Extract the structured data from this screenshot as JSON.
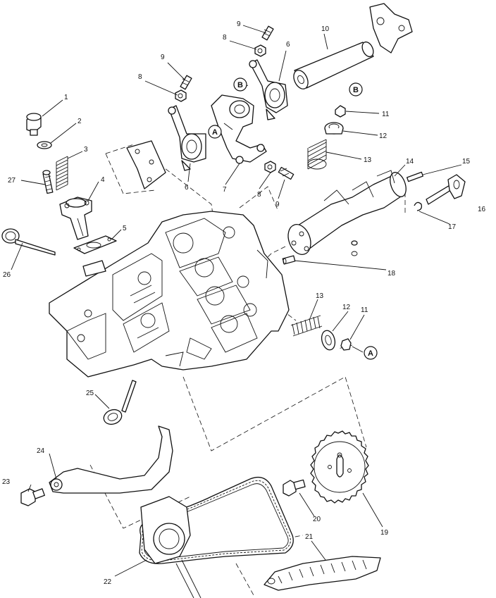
{
  "callouts": {
    "c1": "1",
    "c2": "2",
    "c3": "3",
    "c4": "4",
    "c5": "5",
    "c6a": "6",
    "c6b": "6",
    "c7": "7",
    "c8a": "8",
    "c8b": "8",
    "c8c": "8",
    "c9a": "9",
    "c9b": "9",
    "c9c": "9",
    "c10": "10",
    "c11a": "11",
    "c11b": "11",
    "c12a": "12",
    "c12b": "12",
    "c13a": "13",
    "c13b": "13",
    "c14": "14",
    "c15": "15",
    "c16": "16",
    "c17": "17",
    "c18": "18",
    "c19": "19",
    "c20": "20",
    "c21": "21",
    "c22": "22",
    "c23": "23",
    "c24": "24",
    "c25": "25",
    "c26": "26",
    "c27": "27"
  },
  "reference_marks": {
    "a_rocker": "A",
    "a_keeper": "A",
    "b_rocker": "B",
    "b_keeper": "B"
  }
}
